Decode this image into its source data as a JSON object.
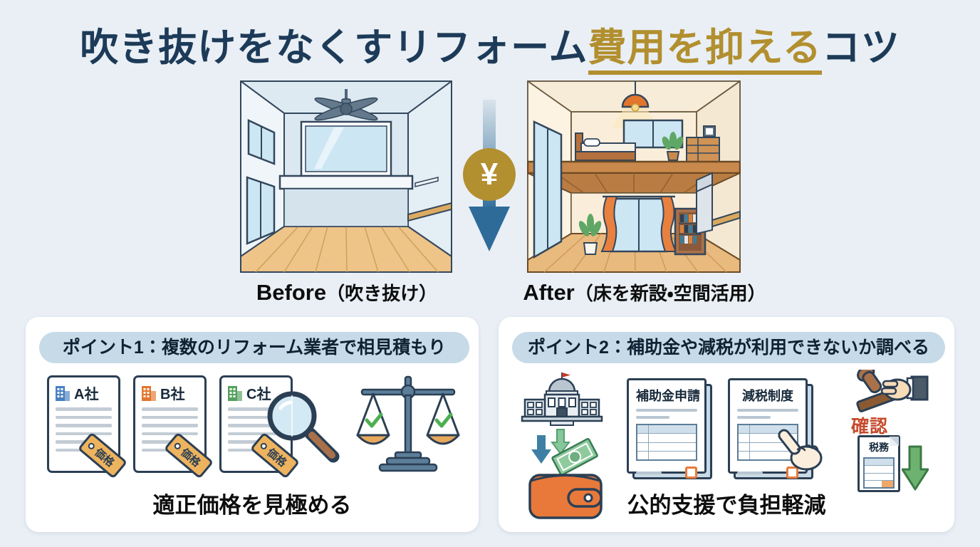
{
  "title": {
    "prefix": "吹き抜けをなくすリフォーム",
    "highlight": "費用を抑える",
    "suffix": "コツ"
  },
  "comparison": {
    "before_label": "Before",
    "before_note": "（吹き抜け）",
    "after_label": "After",
    "after_note": "（床を新設・空間活用）",
    "yen_symbol": "¥"
  },
  "point1": {
    "header": "ポイント1：複数のリフォーム業者で相見積もり",
    "tag_label": "価格",
    "caption": "適正価格を見極める",
    "companies": [
      {
        "name": "A社",
        "color": "#4a7fc1"
      },
      {
        "name": "B社",
        "color": "#e2762d"
      },
      {
        "name": "C社",
        "color": "#55a05e"
      }
    ]
  },
  "point2": {
    "header": "ポイント2：補助金や減税が利用できないか調べる",
    "subsidy_doc_title": "補助金申請",
    "taxcut_doc_title": "減税制度",
    "stamp_label": "確認",
    "tax_form_title": "税務",
    "caption": "公的支援で負担軽減"
  },
  "colors": {
    "background": "#e9eff5",
    "title_navy": "#1d3b58",
    "accent_gold": "#b28f2f",
    "arrow_blue": "#2e6b99",
    "panel_header_bg": "#c6dae7",
    "tag_orange": "#eeb35e",
    "check_green": "#4caf50",
    "stamp_red": "#c54a2c"
  }
}
